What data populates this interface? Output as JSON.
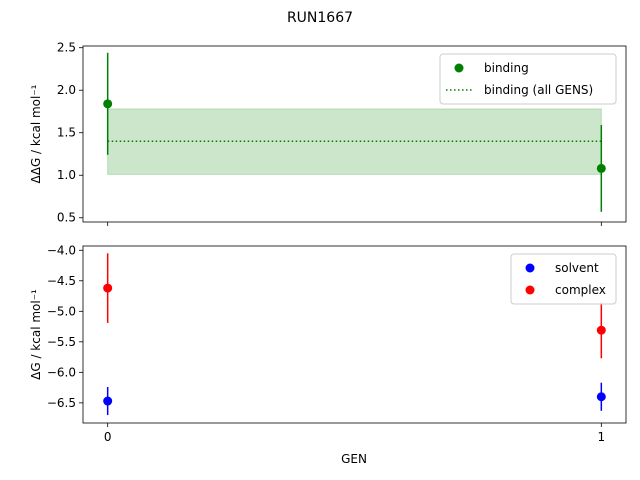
{
  "figure": {
    "title": "RUN1667",
    "xlabel": "GEN"
  },
  "chart_data": [
    {
      "type": "scatter",
      "panel": "top",
      "ylabel": "ΔΔG / kcal mol⁻¹",
      "xlim": [
        -0.05,
        1.05
      ],
      "ylim": [
        0.45,
        2.52
      ],
      "yticks": [
        0.5,
        1.0,
        1.5,
        2.0,
        2.5
      ],
      "ytick_labels": [
        "0.5",
        "1.0",
        "1.5",
        "2.0",
        "2.5"
      ],
      "xticks": [
        0,
        1
      ],
      "xtick_labels": [
        "",
        ""
      ],
      "grid": false,
      "legend_position": "top-right",
      "series": [
        {
          "name": "binding",
          "color": "#008000",
          "points": [
            {
              "x": 0,
              "y": 1.84,
              "yerr": 0.6
            },
            {
              "x": 1,
              "y": 1.08,
              "yerr": 0.51
            }
          ]
        }
      ],
      "reference_line": {
        "name": "binding (all GENS)",
        "color": "#008000",
        "style": "dotted",
        "y": 1.4,
        "band": [
          1.01,
          1.78
        ],
        "x_range": [
          0,
          1
        ]
      }
    },
    {
      "type": "scatter",
      "panel": "bottom",
      "ylabel": "ΔG / kcal mol⁻¹",
      "xlabel": "GEN",
      "xlim": [
        -0.05,
        1.05
      ],
      "ylim": [
        -6.83,
        -3.93
      ],
      "yticks": [
        -6.5,
        -6.0,
        -5.5,
        -5.0,
        -4.5,
        -4.0
      ],
      "ytick_labels": [
        "−6.5",
        "−6.0",
        "−5.5",
        "−5.0",
        "−4.5",
        "−4.0"
      ],
      "xticks": [
        0,
        1
      ],
      "xtick_labels": [
        "0",
        "1"
      ],
      "grid": false,
      "legend_position": "top-right",
      "series": [
        {
          "name": "solvent",
          "color": "#0000ff",
          "points": [
            {
              "x": 0,
              "y": -6.47,
              "yerr": 0.23
            },
            {
              "x": 1,
              "y": -6.4,
              "yerr": 0.23
            }
          ]
        },
        {
          "name": "complex",
          "color": "#ff0000",
          "points": [
            {
              "x": 0,
              "y": -4.62,
              "yerr": 0.57
            },
            {
              "x": 1,
              "y": -5.31,
              "yerr": 0.46
            }
          ]
        }
      ]
    }
  ]
}
